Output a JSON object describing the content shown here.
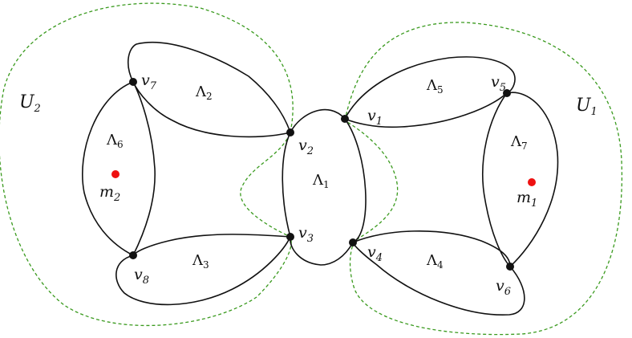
{
  "vertices": [
    {
      "id": "v1",
      "base": "v",
      "sub": "1"
    },
    {
      "id": "v2",
      "base": "v",
      "sub": "2"
    },
    {
      "id": "v3",
      "base": "v",
      "sub": "3"
    },
    {
      "id": "v4",
      "base": "v",
      "sub": "4"
    },
    {
      "id": "v5",
      "base": "v",
      "sub": "5"
    },
    {
      "id": "v6",
      "base": "v",
      "sub": "6"
    },
    {
      "id": "v7",
      "base": "v",
      "sub": "7"
    },
    {
      "id": "v8",
      "base": "v",
      "sub": "8"
    }
  ],
  "faces": [
    {
      "id": "L1",
      "base": "Λ",
      "sub": "1"
    },
    {
      "id": "L2",
      "base": "Λ",
      "sub": "2"
    },
    {
      "id": "L3",
      "base": "Λ",
      "sub": "3"
    },
    {
      "id": "L4",
      "base": "Λ",
      "sub": "4"
    },
    {
      "id": "L5",
      "base": "Λ",
      "sub": "5"
    },
    {
      "id": "L6",
      "base": "Λ",
      "sub": "6"
    },
    {
      "id": "L7",
      "base": "Λ",
      "sub": "7"
    }
  ],
  "points": [
    {
      "id": "m1",
      "base": "m",
      "sub": "1"
    },
    {
      "id": "m2",
      "base": "m",
      "sub": "2"
    }
  ],
  "regions": [
    {
      "id": "U1",
      "base": "U",
      "sub": "1"
    },
    {
      "id": "U2",
      "base": "U",
      "sub": "2"
    }
  ],
  "colors": {
    "curve": "#111111",
    "region_boundary": "#3a9a1e",
    "marked_point": "#ee1111",
    "vertex": "#111111"
  }
}
